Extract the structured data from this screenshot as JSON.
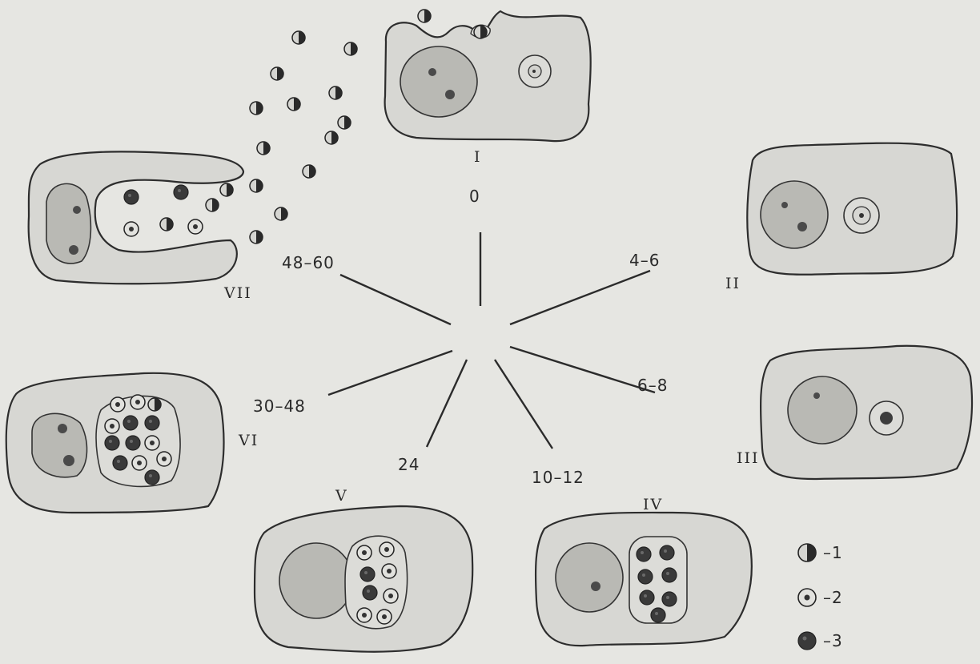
{
  "stages": [
    {
      "numeral": "I",
      "time": "0"
    },
    {
      "numeral": "II",
      "time": "4–6"
    },
    {
      "numeral": "III",
      "time": "6–8"
    },
    {
      "numeral": "IV",
      "time": "10–12"
    },
    {
      "numeral": "V",
      "time": "24"
    },
    {
      "numeral": "VI",
      "time": "30–48"
    },
    {
      "numeral": "VII",
      "time": "48–60"
    }
  ],
  "legend": [
    {
      "key": "–1",
      "icon": "half-shaded-body-icon"
    },
    {
      "key": "–2",
      "icon": "ringed-body-icon"
    },
    {
      "key": "–3",
      "icon": "dark-body-icon"
    }
  ],
  "colors": {
    "background": "#e6e6e2",
    "ink": "#2b2b2b",
    "cell": "#d7d7d3"
  }
}
